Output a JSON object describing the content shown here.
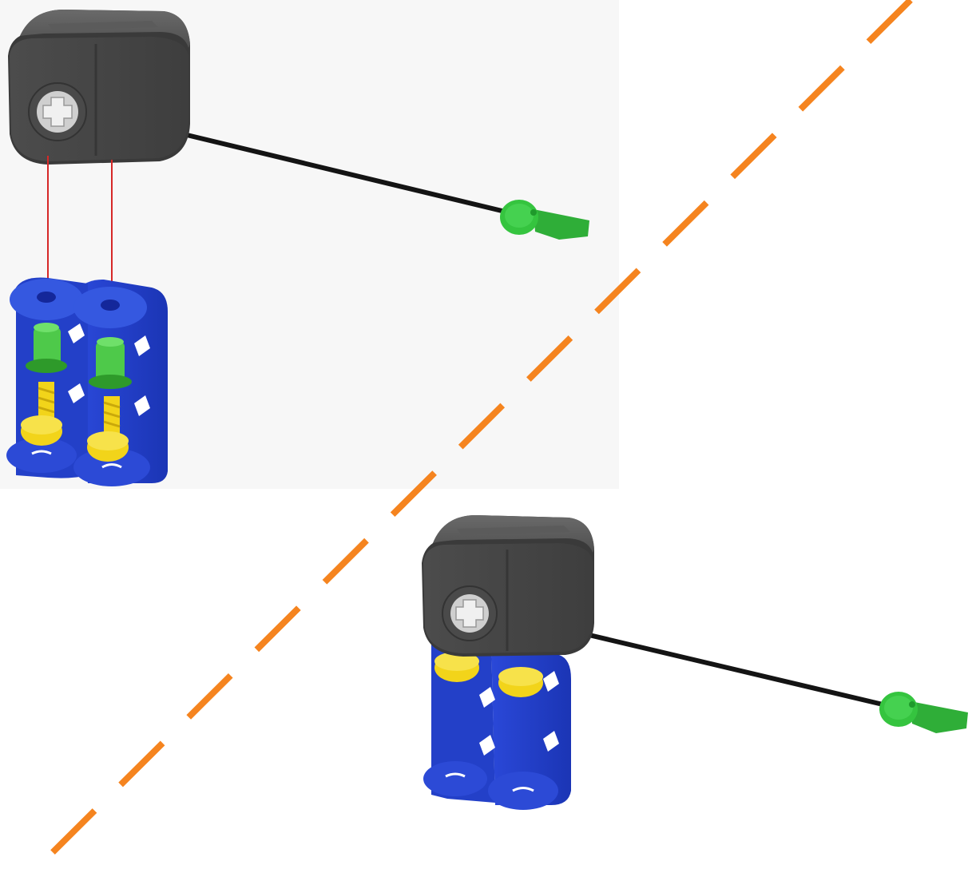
{
  "figure": {
    "panels": [
      {
        "id": "exploded",
        "view": "exploded"
      },
      {
        "id": "assembled",
        "view": "assembled"
      }
    ],
    "parts": {
      "motor": {
        "label": "",
        "color": "#4a4a4a",
        "face_color": "#565656",
        "shadow_color": "#2e2e2e"
      },
      "cable": {
        "color": "#141414"
      },
      "connector": {
        "color": "#35c43f",
        "dark": "#1f9a2b"
      },
      "bracket": {
        "color": "#2340c8",
        "dark": "#14279a",
        "light": "#3558e0"
      },
      "pin": {
        "color": "#4ec94a",
        "dark": "#2e9a2a"
      },
      "screw": {
        "color": "#f2d41a",
        "dark": "#c9a80a"
      },
      "guide_line": {
        "color": "#d62828"
      },
      "divider": {
        "color": "#f5841f",
        "style": "dashed"
      }
    }
  }
}
